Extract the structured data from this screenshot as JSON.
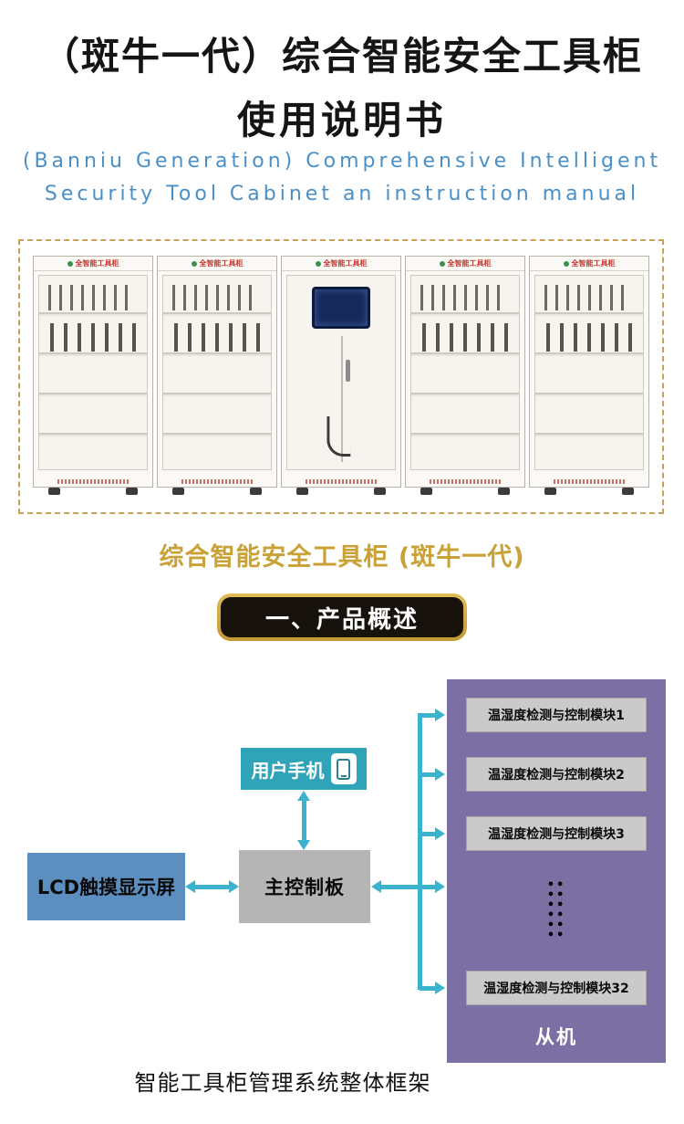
{
  "header": {
    "title_line1": "（斑牛一代）综合智能安全工具柜",
    "title_line2": "使用说明书",
    "subtitle_line1": "(Banniu Generation) Comprehensive Intelligent",
    "subtitle_line2": "Security Tool Cabinet an instruction manual"
  },
  "product": {
    "cabinet_brand": "全智能工具柜",
    "caption": "综合智能安全工具柜 (斑牛一代)"
  },
  "section": {
    "title": "一、产品概述"
  },
  "diagram": {
    "phone": "用户手机",
    "lcd": "LCD触摸显示屏",
    "controller": "主控制板",
    "modules": [
      "温湿度检测与控制模块1",
      "温湿度检测与控制模块2",
      "温湿度检测与控制模块3",
      "温湿度检测与控制模块32"
    ],
    "ellipsis": "••\n••\n••\n••\n••\n••",
    "slave": "从机",
    "caption": "智能工具柜管理系统整体框架"
  },
  "colors": {
    "accent_gold": "#c9a136",
    "subtitle_blue": "#4a90c8",
    "purple_panel": "#7b6fa4",
    "arrow_teal": "#3cb3ce",
    "phone_teal": "#2fa3b8",
    "lcd_blue": "#5c8fbf",
    "module_gray": "#cacaca"
  }
}
